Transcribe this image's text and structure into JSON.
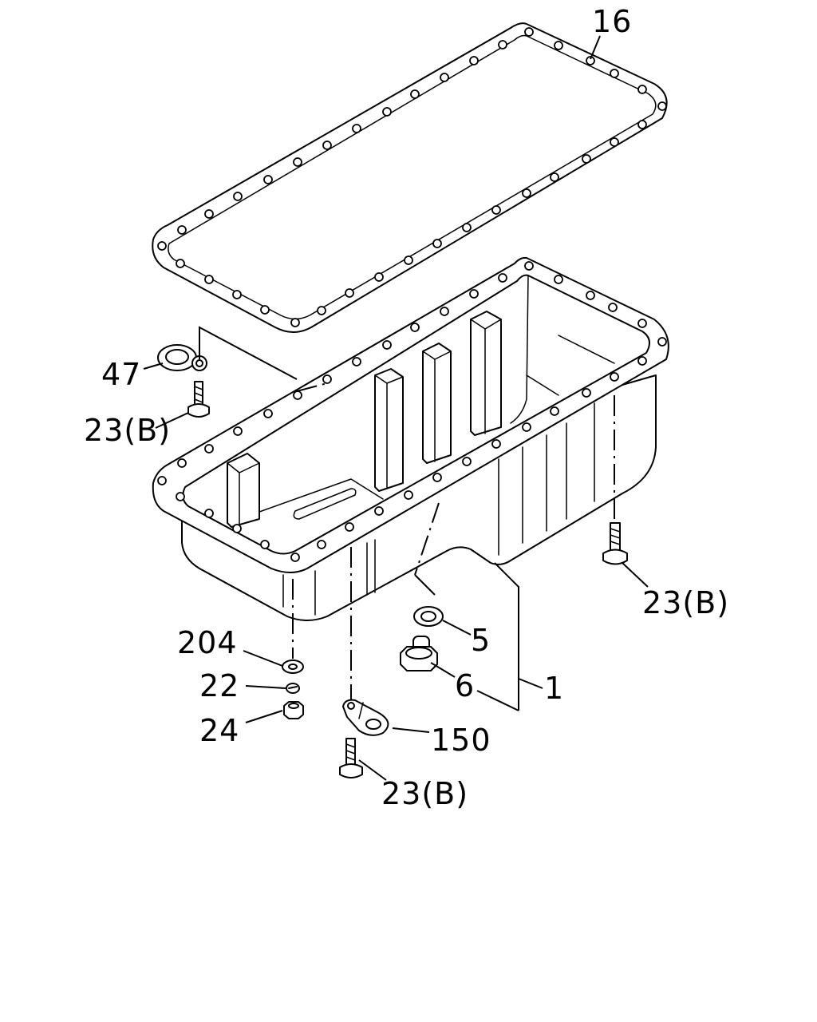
{
  "callouts": {
    "gasket": "16",
    "seal": "47",
    "bolt_top_left": "23(B)",
    "bolt_right": "23(B)",
    "bolt_bottom": "23(B)",
    "washer_204": "204",
    "washer_22": "22",
    "nut_24": "24",
    "drain_washer": "5",
    "drain_plug": "6",
    "oil_pan": "1",
    "bracket": "150"
  }
}
